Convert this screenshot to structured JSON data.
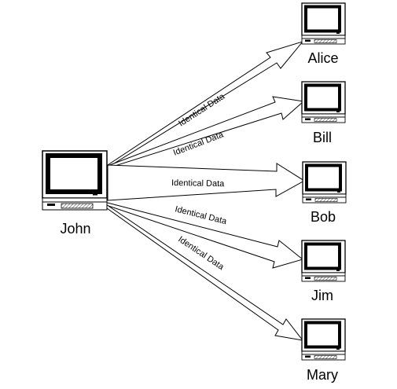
{
  "sender": {
    "name": "John"
  },
  "receivers": [
    {
      "name": "Alice"
    },
    {
      "name": "Bill"
    },
    {
      "name": "Bob"
    },
    {
      "name": "Jim"
    },
    {
      "name": "Mary"
    }
  ],
  "edge_label": "Identical Data"
}
